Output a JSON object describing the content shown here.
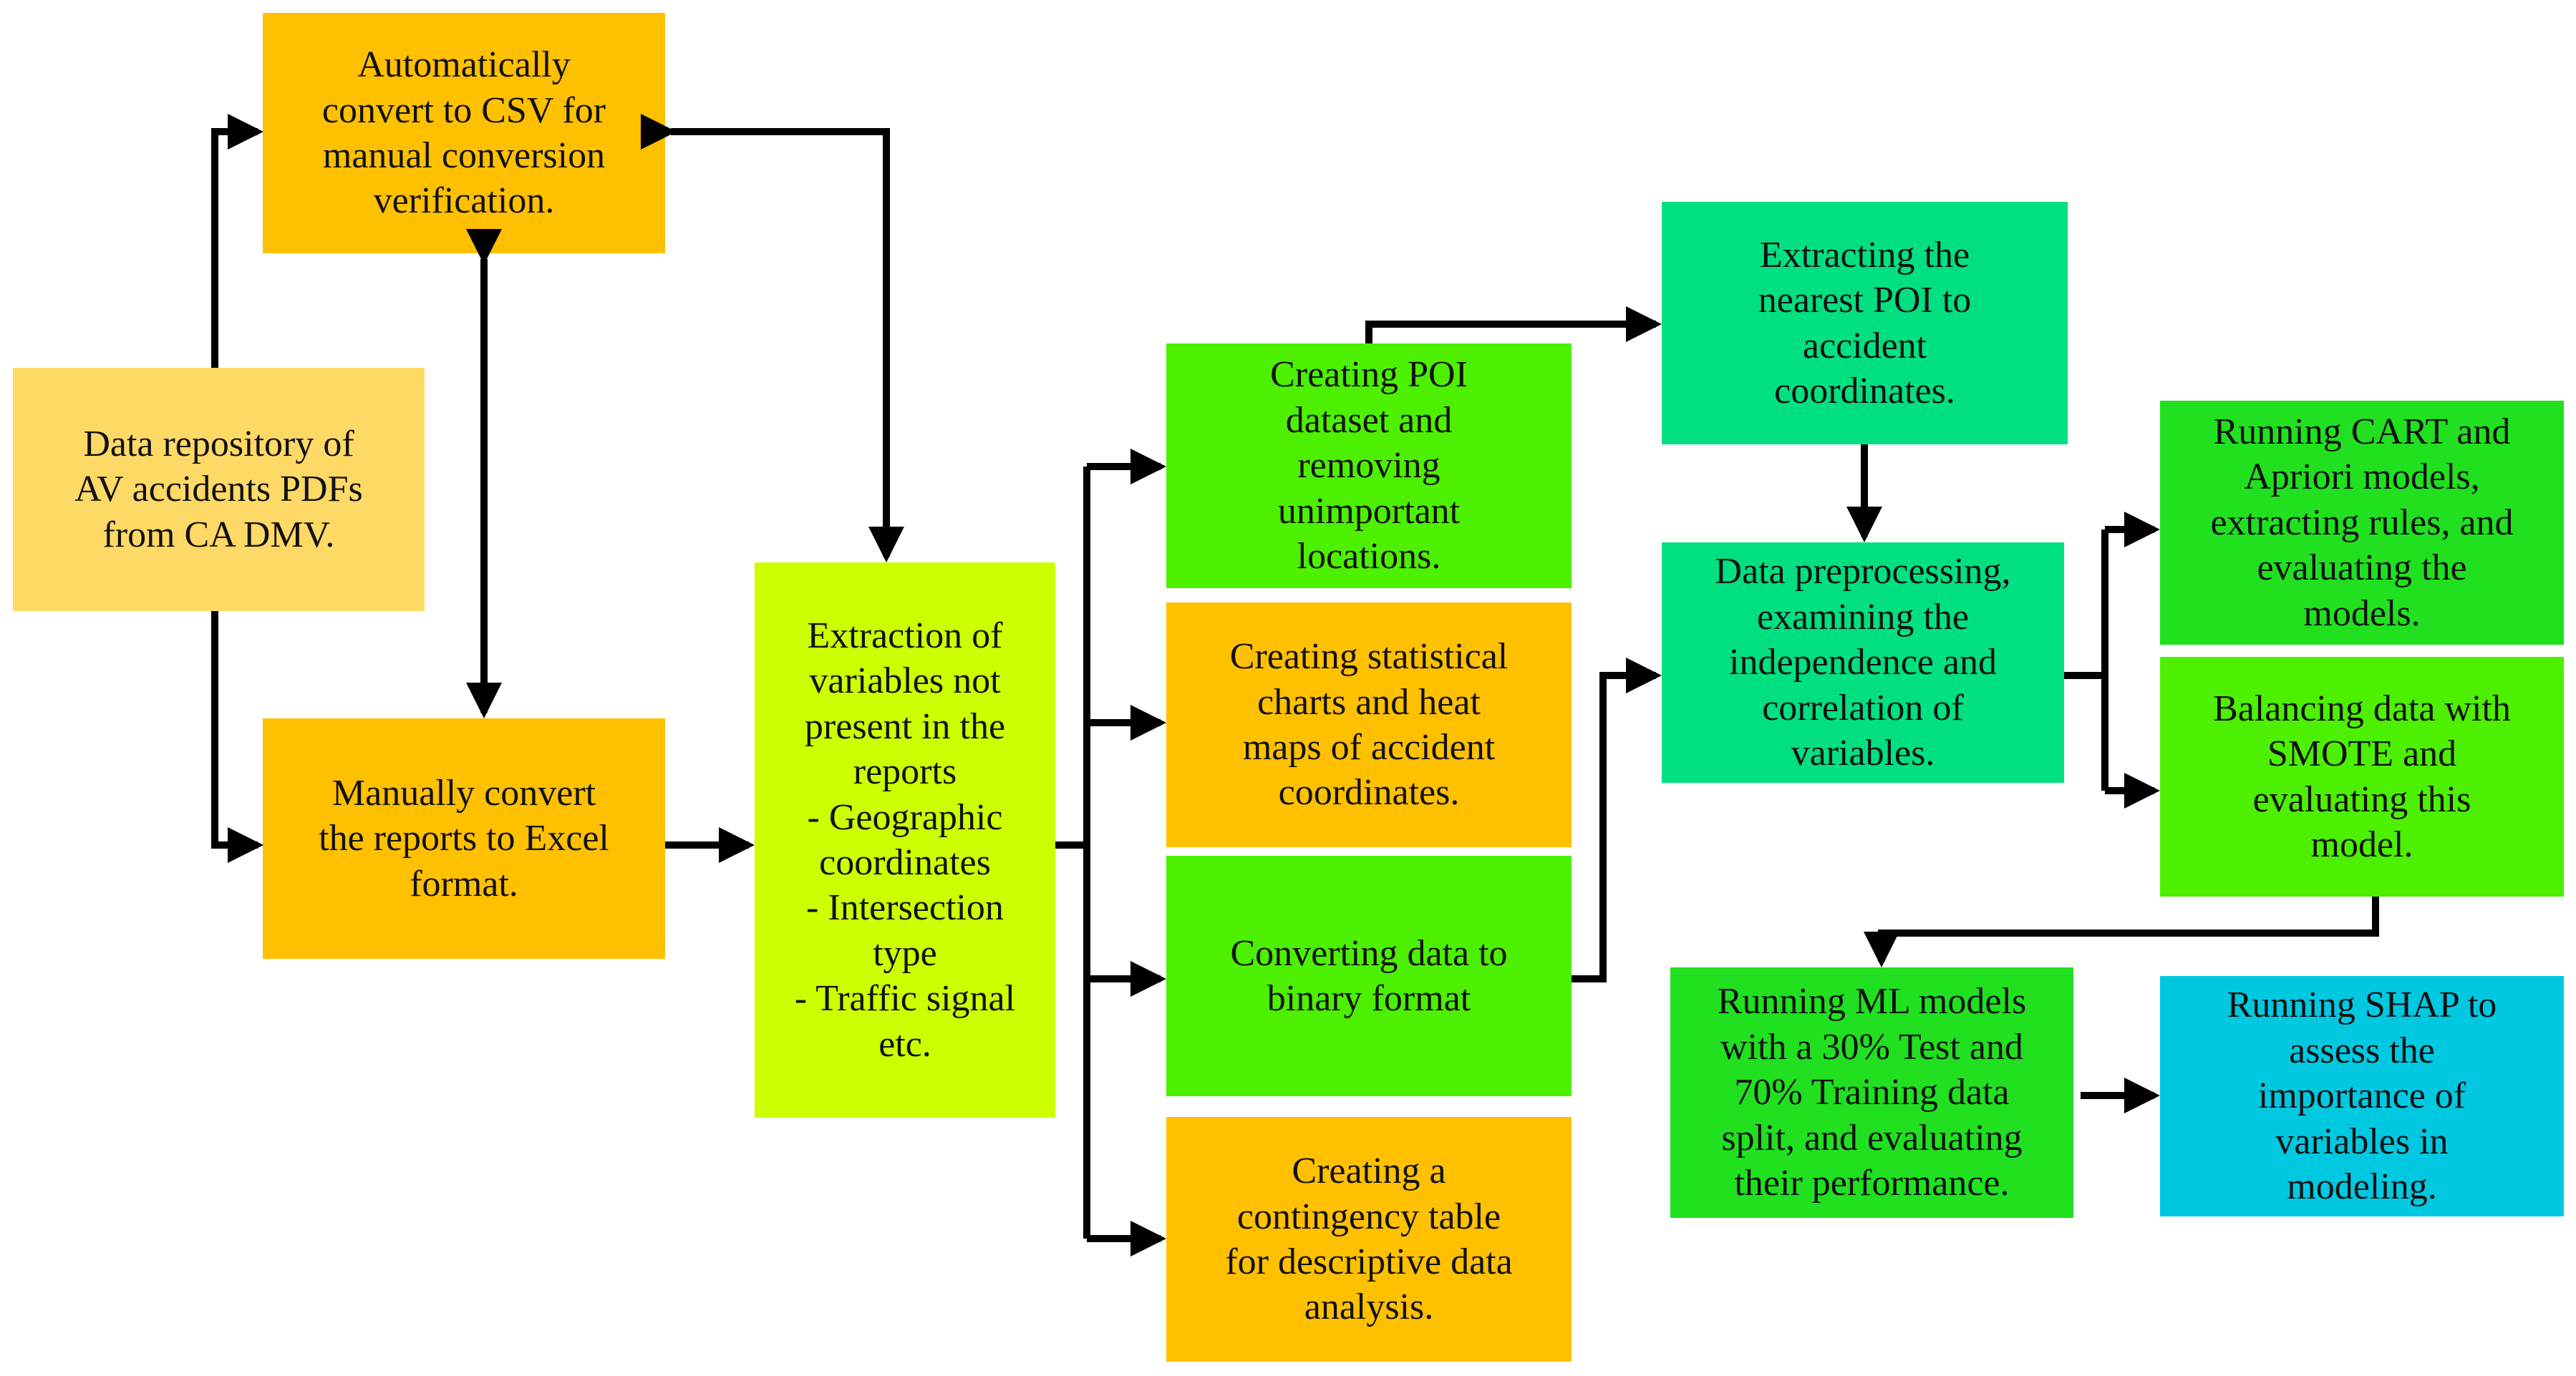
{
  "colors": {
    "light_yellow": "#FFD966",
    "amber": "#FFC000",
    "yellow_green": "#CCFF00",
    "bright_green": "#4CF000",
    "teal": "#00E080",
    "cyan": "#00C8E0",
    "arrow": "#000000"
  },
  "boxes": {
    "repo": {
      "text": "Data repository of\nAV accidents PDFs\nfrom CA DMV.",
      "color": "#FFD966"
    },
    "csv": {
      "text": "Automatically\nconvert to CSV for\nmanual conversion\nverification.",
      "color": "#FFC000"
    },
    "excel": {
      "text": "Manually convert\nthe reports to Excel\nformat.",
      "color": "#FFC000"
    },
    "extract": {
      "text": "Extraction of\nvariables not\npresent in the\nreports\n- Geographic\ncoordinates\n- Intersection\ntype\n- Traffic signal\netc.",
      "color": "#CCFF00"
    },
    "poi": {
      "text": "Creating POI\ndataset and\nremoving\nunimportant\nlocations.",
      "color": "#4CF000"
    },
    "charts": {
      "text": "Creating statistical\ncharts and heat\nmaps of accident\ncoordinates.",
      "color": "#FFC000"
    },
    "binary": {
      "text": "Converting data to\nbinary format",
      "color": "#4CF000"
    },
    "contingency": {
      "text": "Creating a\ncontingency table\nfor descriptive data\nanalysis.",
      "color": "#FFC000"
    },
    "nearest": {
      "text": "Extracting the\nnearest POI to\naccident\ncoordinates.",
      "color": "#00E080"
    },
    "preproc": {
      "text": "Data preprocessing,\nexamining the\nindependence and\ncorrelation of\nvariables.",
      "color": "#00E080"
    },
    "cart": {
      "text": "Running CART and\nApriori models,\nextracting rules, and\nevaluating the\nmodels.",
      "color": "#20E020"
    },
    "smote": {
      "text": "Balancing data with\nSMOTE and\nevaluating this\nmodel.",
      "color": "#4CF000"
    },
    "ml": {
      "text": "Running ML models\nwith a 30% Test and\n70% Training data\nsplit, and evaluating\ntheir performance.",
      "color": "#20E020"
    },
    "shap": {
      "text": "Running SHAP to\nassess the\nimportance of\nvariables in\nmodeling.",
      "color": "#00C8E0"
    }
  }
}
